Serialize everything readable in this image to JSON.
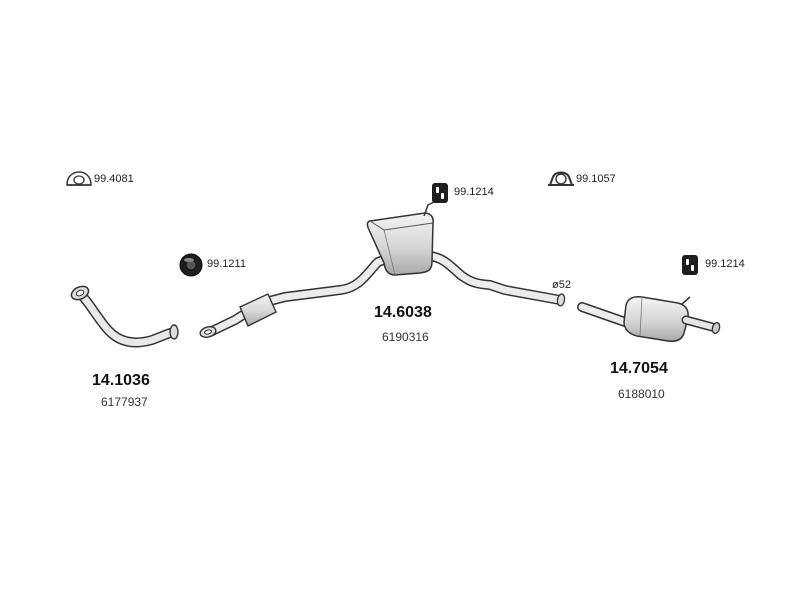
{
  "parts": {
    "front_pipe": {
      "part_number": "14.1036",
      "oem_number": "6177937"
    },
    "center_muffler": {
      "part_number": "14.6038",
      "oem_number": "6190316"
    },
    "rear_muffler": {
      "part_number": "14.7054",
      "oem_number": "6188010"
    }
  },
  "accessories": {
    "gasket": {
      "code": "99.4081",
      "icon": "gasket-icon"
    },
    "hanger_front": {
      "code": "99.1211",
      "icon": "rubber-hanger-icon"
    },
    "hanger_center": {
      "code": "99.1214",
      "icon": "rubber-hanger-icon"
    },
    "clamp": {
      "code": "99.1057",
      "icon": "clamp-icon"
    },
    "hanger_rear": {
      "code": "99.1214",
      "icon": "rubber-hanger-icon"
    }
  },
  "dimension": {
    "diameter": "ø52"
  },
  "colors": {
    "line": "#333333",
    "fill": "#e4e4e4",
    "shade": "#bdbdbd",
    "text": "#222222"
  }
}
